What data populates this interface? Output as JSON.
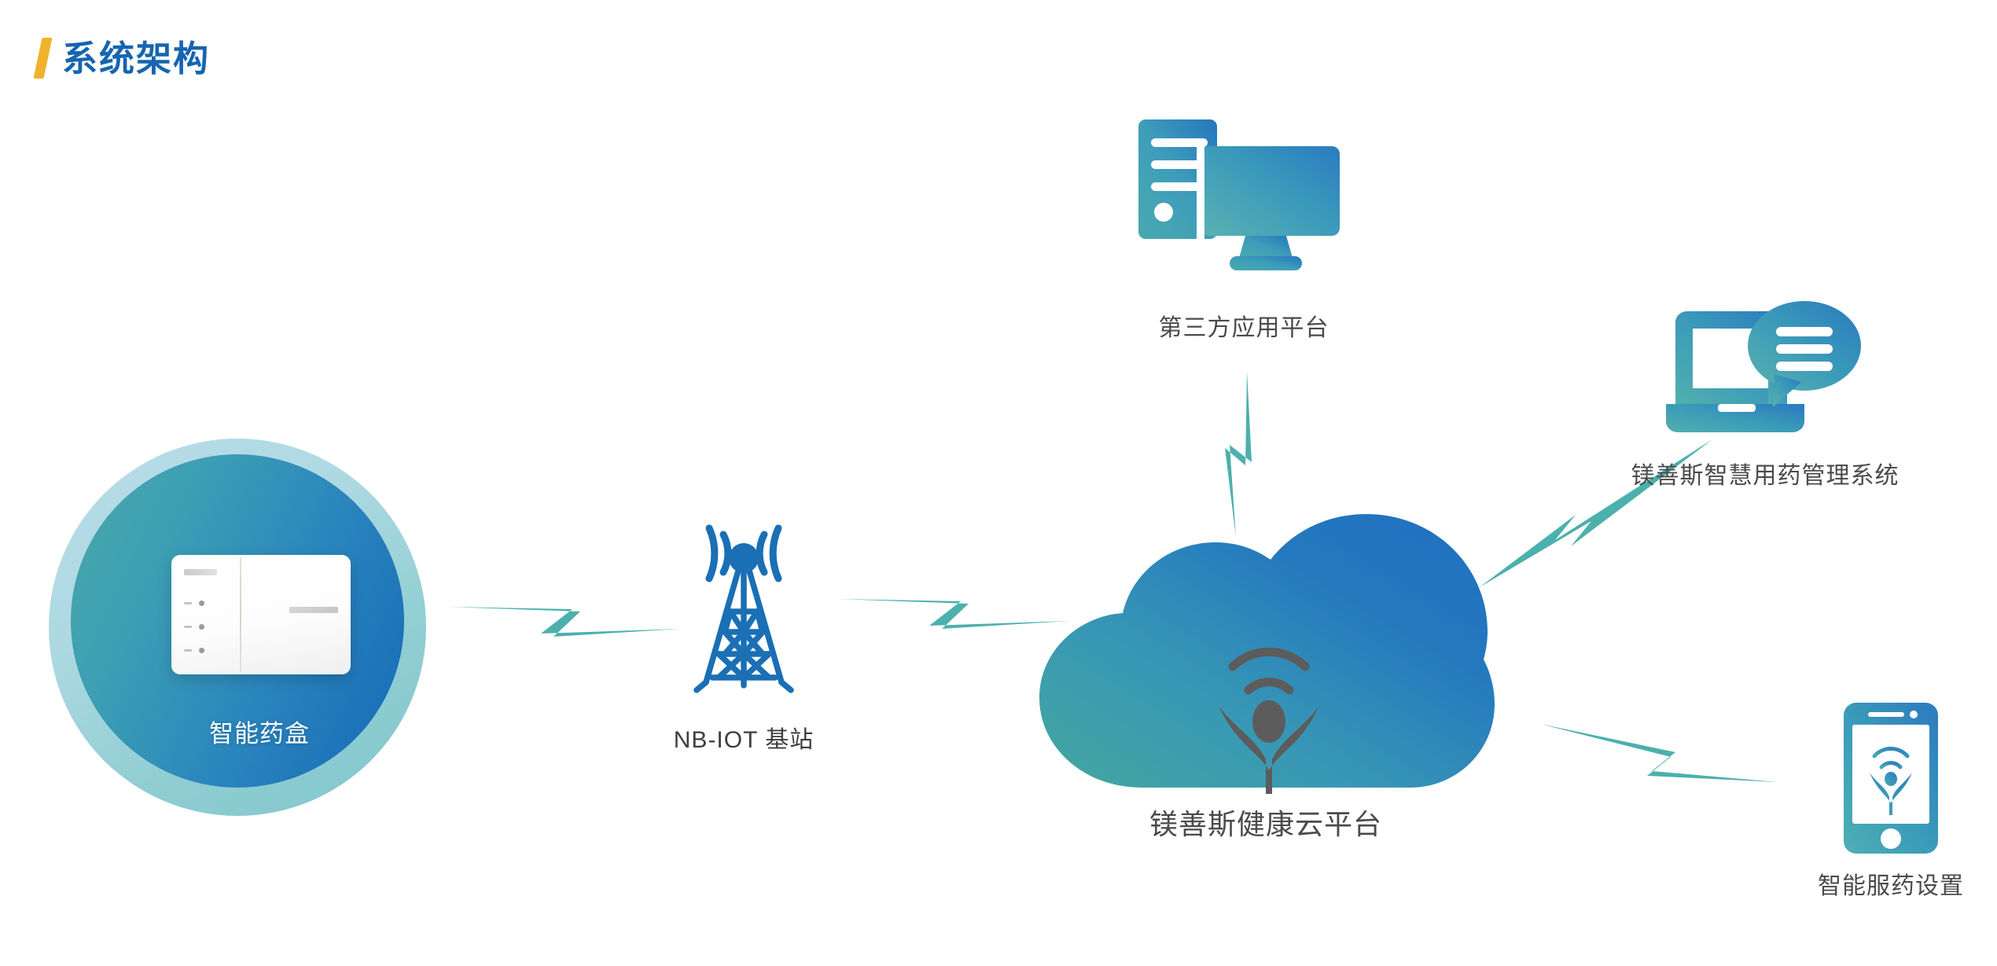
{
  "page": {
    "title": "系统架构",
    "accent_bar_color": "#f0b22d",
    "title_color": "#1665b0",
    "background": "#ffffff"
  },
  "theme": {
    "teal": "#4aa8a8",
    "blue": "#1668b7",
    "bolt_color": "#4cb0ad",
    "icon_gray": "#5c5c5c",
    "label_color": "#4a4a4a"
  },
  "nodes": {
    "pillbox": {
      "label": "智能药盒",
      "icon": "smart-pillbox-device",
      "ring_outer_color": "#b9dcea",
      "ring_inner_gradient": [
        "#4aa8a8",
        "#1668b7"
      ]
    },
    "tower": {
      "label": "NB-IOT 基站",
      "icon": "cell-tower-icon",
      "color": "#1a6fb5"
    },
    "cloud": {
      "label": "镁善斯健康云平台",
      "icon": "cloud-icon",
      "gradient": [
        "#45a79f",
        "#1f6fc0"
      ],
      "inner_icon": "person-wifi-icon"
    },
    "platform": {
      "label": "第三方应用平台",
      "icon": "desktop-computer-icon",
      "gradient": [
        "#53b0b4",
        "#2477bd"
      ]
    },
    "laptop": {
      "label": "镁善斯智慧用药管理系统",
      "icon": "laptop-chat-icon",
      "gradient": [
        "#57b3b0",
        "#2a79bf"
      ]
    },
    "phone": {
      "label": "智能服药设置",
      "icon": "smartphone-icon",
      "gradient": [
        "#52b0b2",
        "#2b7ac0"
      ],
      "screen_icon": "person-wifi-icon"
    }
  },
  "connections": [
    {
      "name": "pillbox-to-tower",
      "from": "pillbox",
      "to": "tower",
      "style": "lightning-bolt",
      "direction": "horizontal"
    },
    {
      "name": "tower-to-cloud",
      "from": "tower",
      "to": "cloud",
      "style": "lightning-bolt",
      "direction": "horizontal"
    },
    {
      "name": "cloud-to-platform",
      "from": "cloud",
      "to": "platform",
      "style": "lightning-bolt",
      "direction": "vertical"
    },
    {
      "name": "cloud-to-laptop",
      "from": "cloud",
      "to": "laptop",
      "style": "lightning-bolt",
      "direction": "diagonal-up"
    },
    {
      "name": "cloud-to-phone",
      "from": "cloud",
      "to": "phone",
      "style": "lightning-bolt",
      "direction": "diagonal-down"
    }
  ]
}
